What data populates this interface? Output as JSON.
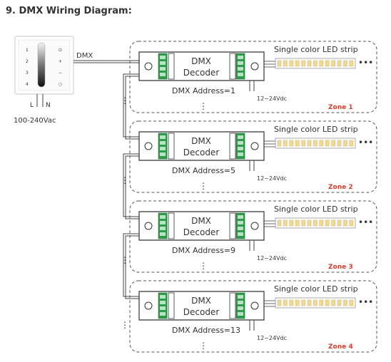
{
  "heading": "9. DMX Wiring Diagram:",
  "panel": {
    "dmx_label": "DMX",
    "wire_l": "L",
    "wire_n": "N",
    "voltage": "100-240Vac"
  },
  "zones": [
    {
      "decoder_line1": "DMX",
      "decoder_line2": "Decoder",
      "address": "DMX Address=1",
      "strip": "Single color LED strip",
      "supply": "12~24Vdc",
      "zone": "Zone 1",
      "accent": "#e03a2a"
    },
    {
      "decoder_line1": "DMX",
      "decoder_line2": "Decoder",
      "address": "DMX Address=5",
      "strip": "Single color LED strip",
      "supply": "12~24Vdc",
      "zone": "Zone 2",
      "accent": "#e03a2a"
    },
    {
      "decoder_line1": "DMX",
      "decoder_line2": "Decoder",
      "address": "DMX Address=9",
      "strip": "Single color LED strip",
      "supply": "12~24Vdc",
      "zone": "Zone 3",
      "accent": "#e03a2a"
    },
    {
      "decoder_line1": "DMX",
      "decoder_line2": "Decoder",
      "address": "DMX Address=13",
      "strip": "Single color LED strip",
      "supply": "12~24Vdc",
      "zone": "Zone 4",
      "accent": "#e03a2a"
    }
  ],
  "colors": {
    "terminal_green": "#2e9b4a",
    "wire": "#444444",
    "zone_label": "#e03a2a",
    "led_warm": "#f2d890"
  }
}
